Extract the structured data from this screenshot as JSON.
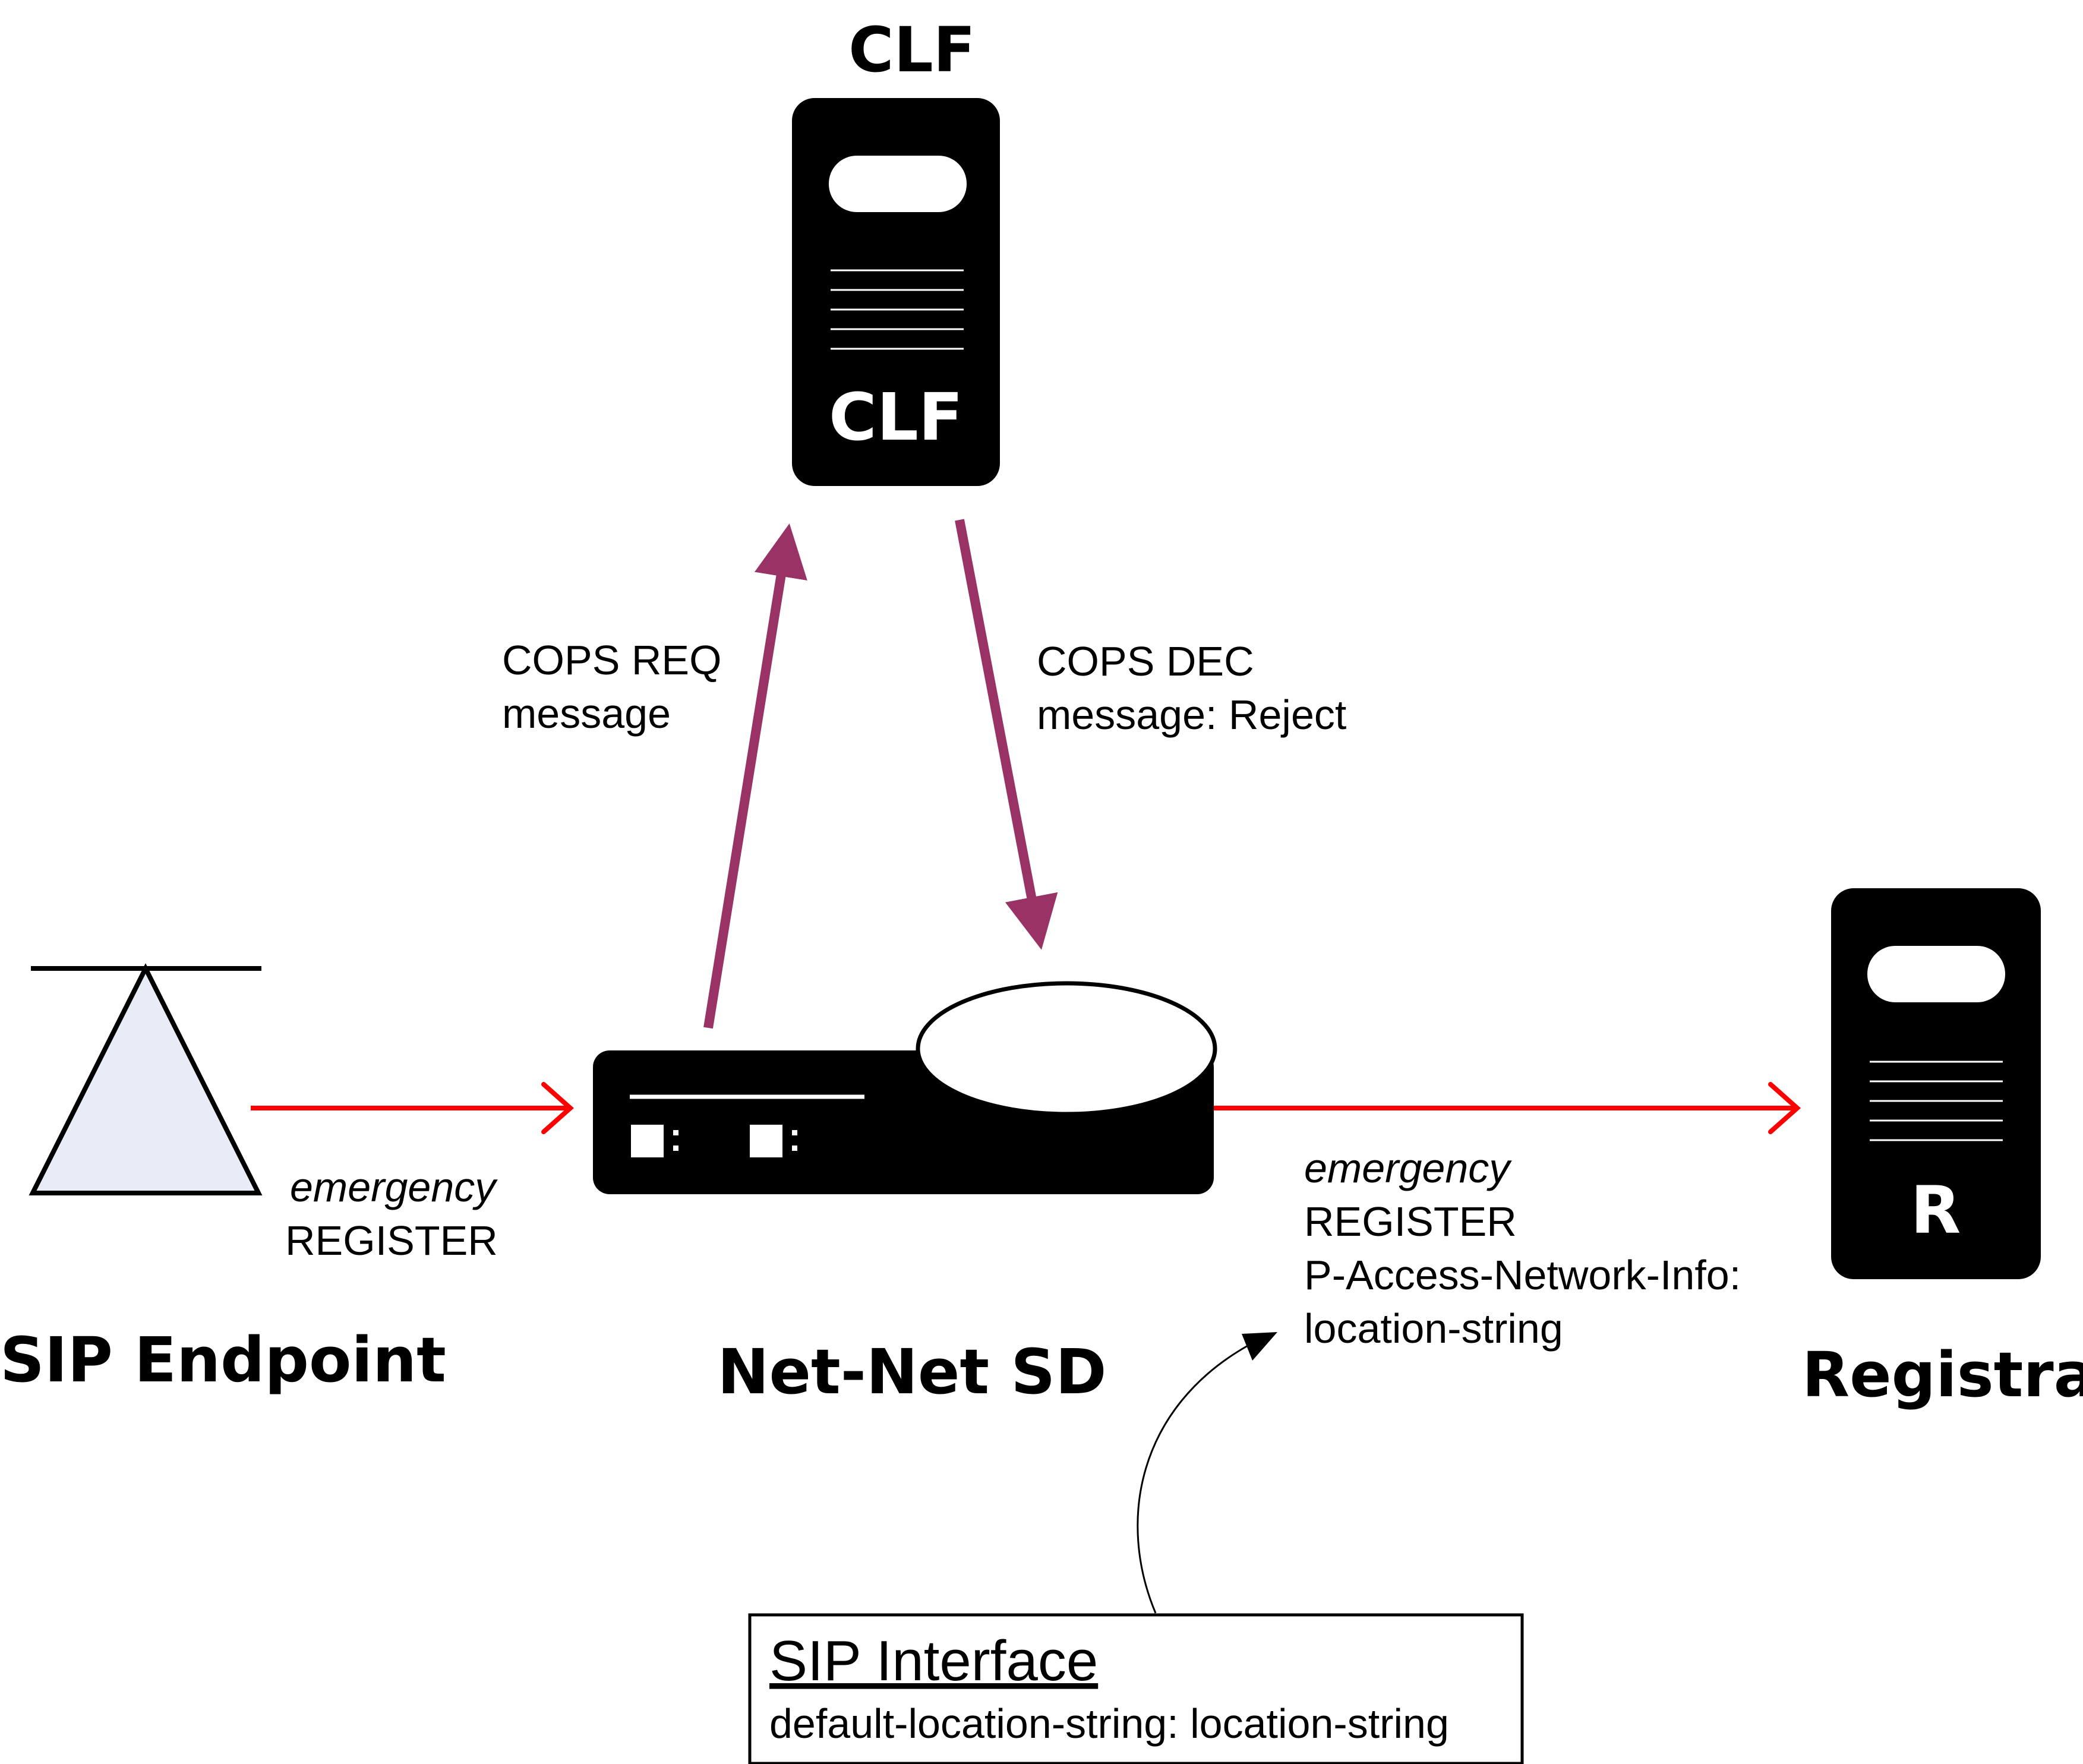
{
  "nodes": {
    "clf": {
      "title": "CLF",
      "label": "CLF"
    },
    "endpoint": {
      "title": "SIP Endpoint"
    },
    "sd": {
      "title": "Net-Net SD"
    },
    "registrar": {
      "title": "Registrar",
      "label": "R"
    }
  },
  "messages": {
    "cops_req": {
      "line1": "COPS REQ",
      "line2": "message"
    },
    "cops_dec": {
      "line1": "COPS DEC",
      "line2": "message: Reject"
    },
    "register_in": {
      "line1": "emergency",
      "line2": "REGISTER"
    },
    "register_out": {
      "line1": "emergency",
      "line2": "REGISTER",
      "line3": "P-Access-Network-Info:",
      "line4": "location-string"
    }
  },
  "note": {
    "title": "SIP Interface",
    "body": "default-location-string: location-string"
  },
  "colors": {
    "sip_arrow": "#ff0000",
    "cops_arrow": "#993366",
    "device_fill": "#000000",
    "endpoint_fill": "#e8ecf6"
  }
}
